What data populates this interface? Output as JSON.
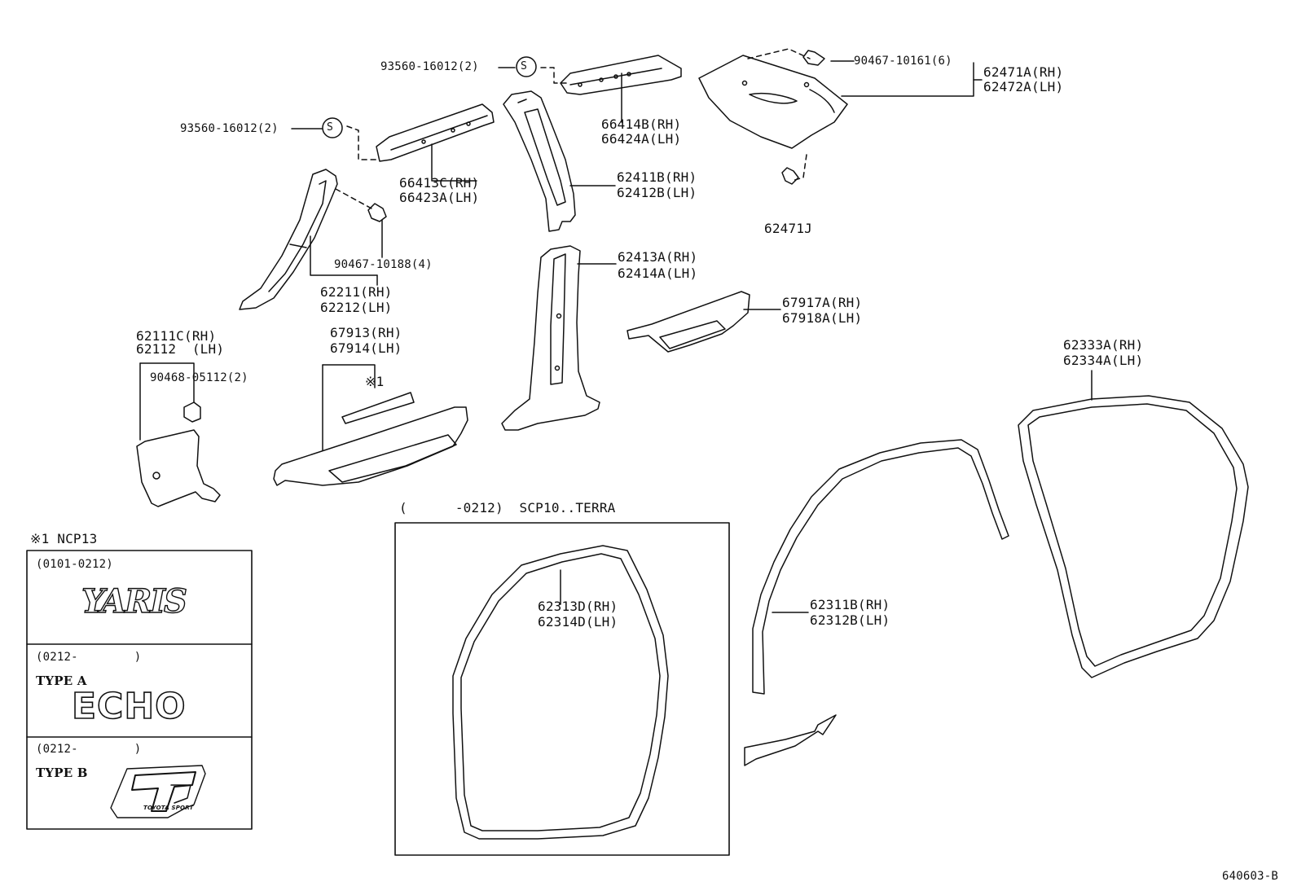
{
  "parts": {
    "p93560a": "93560-16012(2)",
    "p93560b": "93560-16012(2)",
    "s_mark": "S",
    "p90467_10161": "90467-10161(6)",
    "p62471A": "62471A(RH)",
    "p62472A": "62472A(LH)",
    "p66414B": "66414B(RH)",
    "p66424A": "66424A(LH)",
    "p66413C": "66413C(RH)",
    "p66423A": "66423A(LH)",
    "p62411B": "62411B(RH)",
    "p62412B": "62412B(LH)",
    "p62471J": "62471J",
    "p90467_10188": "90467-10188(4)",
    "p62211": "62211(RH)",
    "p62212": "62212(LH)",
    "p62413A": "62413A(RH)",
    "p62414A": "62414A(LH)",
    "p67917A": "67917A(RH)",
    "p67918A": "67918A(LH)",
    "p62111C": "62111C(RH)",
    "p62112": "62112  (LH)",
    "p90468": "90468-05112(2)",
    "p67913": "67913(RH)",
    "p67914": "67914(LH)",
    "note_ref": "※1",
    "p62333A": "62333A(RH)",
    "p62334A": "62334A(LH)",
    "p62313D": "62313D(RH)",
    "p62314D": "62314D(LH)",
    "p62311B": "62311B(RH)",
    "p62312B": "62312B(LH)"
  },
  "inset": {
    "title": "(      -0212)  SCP10..TERRA"
  },
  "legend": {
    "note": "※1 NCP13",
    "row1_range": "(0101-0212)",
    "row1_emblem": "YARIS",
    "row2_range": "(0212-        )",
    "row2_type": "TYPE A",
    "row2_emblem": "ECHO",
    "row3_range": "(0212-        )",
    "row3_type": "TYPE B",
    "row3_emblem": "TOYOTA SPORT"
  },
  "diagram_code": "640603-B"
}
